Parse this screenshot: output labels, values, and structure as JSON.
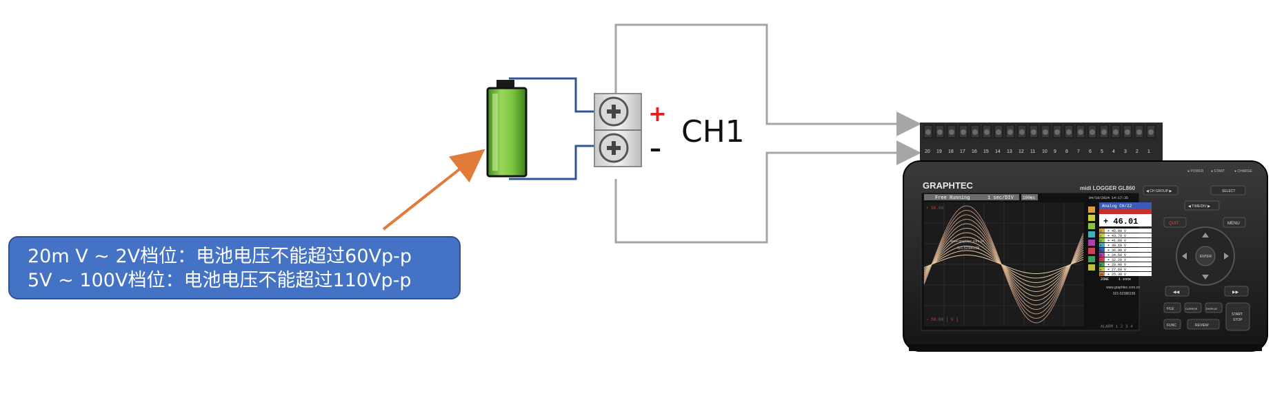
{
  "callout": {
    "line1": "20m V ~ 2V档位：电池电压不能超过60Vp-p",
    "line2": "5V ~ 100V档位：电池电压不能超过110Vp-p"
  },
  "terminal": {
    "channel_label": "CH1",
    "plus_symbol": "+",
    "minus_symbol": "–"
  },
  "logger": {
    "brand": "GRAPHTEC",
    "model": "midi LOGGER GL860",
    "status": "Free Running",
    "time_div": "1  sec/DIV",
    "sample": "100ms",
    "datetime": "04/19/2024 14:17:35",
    "top_value": "+ 50.00",
    "bottom_value": "- 50.00 [ V ]",
    "panel_title": "Analog CH/22",
    "big_reading": "+ 46.01",
    "website": "www.graphtec.com.cn",
    "phone": "021-52386199",
    "alarm": "ALARM  1  2  3  4",
    "channel_rows": [
      {
        "n": "1",
        "v": "+ 45.00  V"
      },
      {
        "n": "2",
        "v": "+ 43.70  V"
      },
      {
        "n": "3",
        "v": "+ 41.60  V"
      },
      {
        "n": "4",
        "v": "+ 39.10  V"
      },
      {
        "n": "5",
        "v": "+ 36.90  V"
      },
      {
        "n": "6",
        "v": "+ 34.50  V"
      },
      {
        "n": "7",
        "v": "+ 32.20  V"
      },
      {
        "n": "8",
        "v": "+ 29.90  V"
      },
      {
        "n": "9",
        "v": "+ 27.60  V"
      },
      {
        "n": "10",
        "v": "+ 25.30  V"
      }
    ],
    "zone_label": "ZONE",
    "zone_value": "1 zone",
    "terminal_numbers": [
      "20",
      "19",
      "18",
      "17",
      "16",
      "15",
      "14",
      "13",
      "12",
      "11",
      "10",
      "9",
      "8",
      "7",
      "6",
      "5",
      "4",
      "3",
      "2",
      "1"
    ],
    "indicators": [
      "● POWER",
      "● START",
      "● CHARGE"
    ],
    "buttons": {
      "ch_group": "◀ CH GROUP ▶",
      "select": "SELECT",
      "time_div": "◀ TIME/DIV ▶",
      "quit": "QUIT",
      "menu": "MENU",
      "enter": "ENTER",
      "rewind": "◀◀",
      "forward": "▶▶",
      "file": "FILE",
      "cursor": "CURSOR",
      "display": "DISPLAY",
      "func": "FUNC",
      "review": "REVIEW",
      "start": "START",
      "stop": "STOP"
    }
  },
  "colors": {
    "battery_green": "#6fb83a",
    "wire_blue": "#2f5597",
    "wire_gray": "#a6a6a6",
    "arrow_orange": "#e07b39",
    "callout_fill": "#4472c4",
    "plus_red": "#e02020"
  }
}
